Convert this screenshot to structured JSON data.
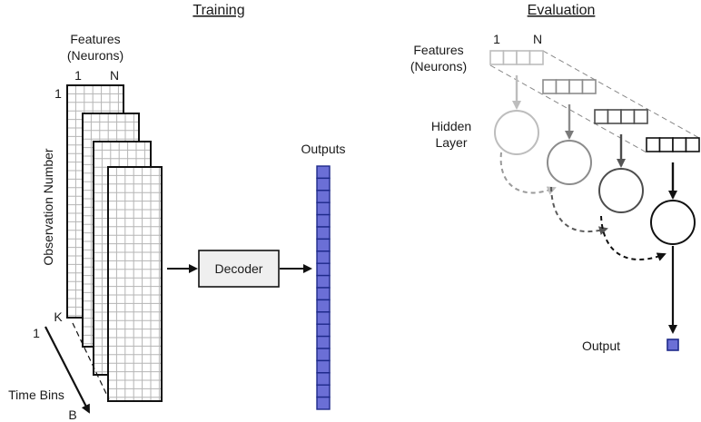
{
  "training": {
    "title": "Training",
    "features_label_1": "Features",
    "features_label_2": "(Neurons)",
    "feature_first": "1",
    "feature_last": "N",
    "obs_first": "1",
    "obs_last": "K",
    "obs_axis_label": "Observation Number",
    "time_first": "1",
    "time_last": "B",
    "time_axis_label": "Time Bins",
    "decoder_label": "Decoder",
    "outputs_label": "Outputs"
  },
  "evaluation": {
    "title": "Evaluation",
    "features_label_1": "Features",
    "features_label_2": "(Neurons)",
    "feature_first": "1",
    "feature_last": "N",
    "hidden_label_1": "Hidden",
    "hidden_label_2": "Layer",
    "output_label": "Output"
  },
  "colors": {
    "output_fill": "#6b6fd6",
    "output_stroke": "#1e2a8a",
    "grid": "#b5b5b5",
    "decoder_fill": "#efefef"
  }
}
